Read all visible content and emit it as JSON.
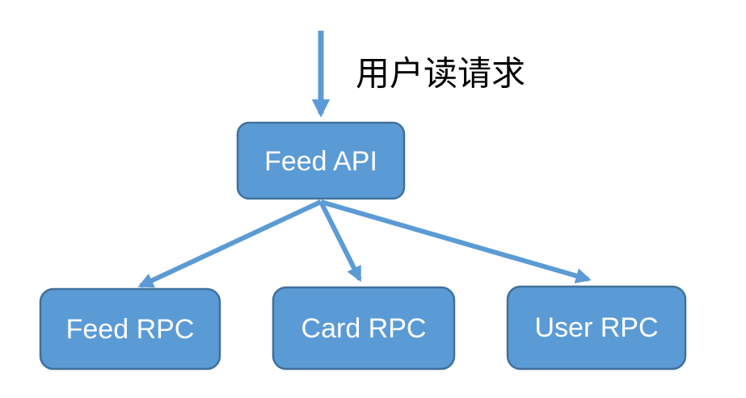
{
  "diagram": {
    "incoming_label": "用户读请求",
    "root": {
      "label": "Feed API"
    },
    "children": [
      {
        "label": "Feed RPC"
      },
      {
        "label": "Card RPC"
      },
      {
        "label": "User RPC"
      }
    ],
    "colors": {
      "node_fill": "#5B9BD5",
      "node_border": "#41719C",
      "arrow": "#5B9BD5",
      "node_text": "#FFFFFF",
      "label_text": "#000000",
      "canvas_bg": "#FFFFFF"
    }
  }
}
